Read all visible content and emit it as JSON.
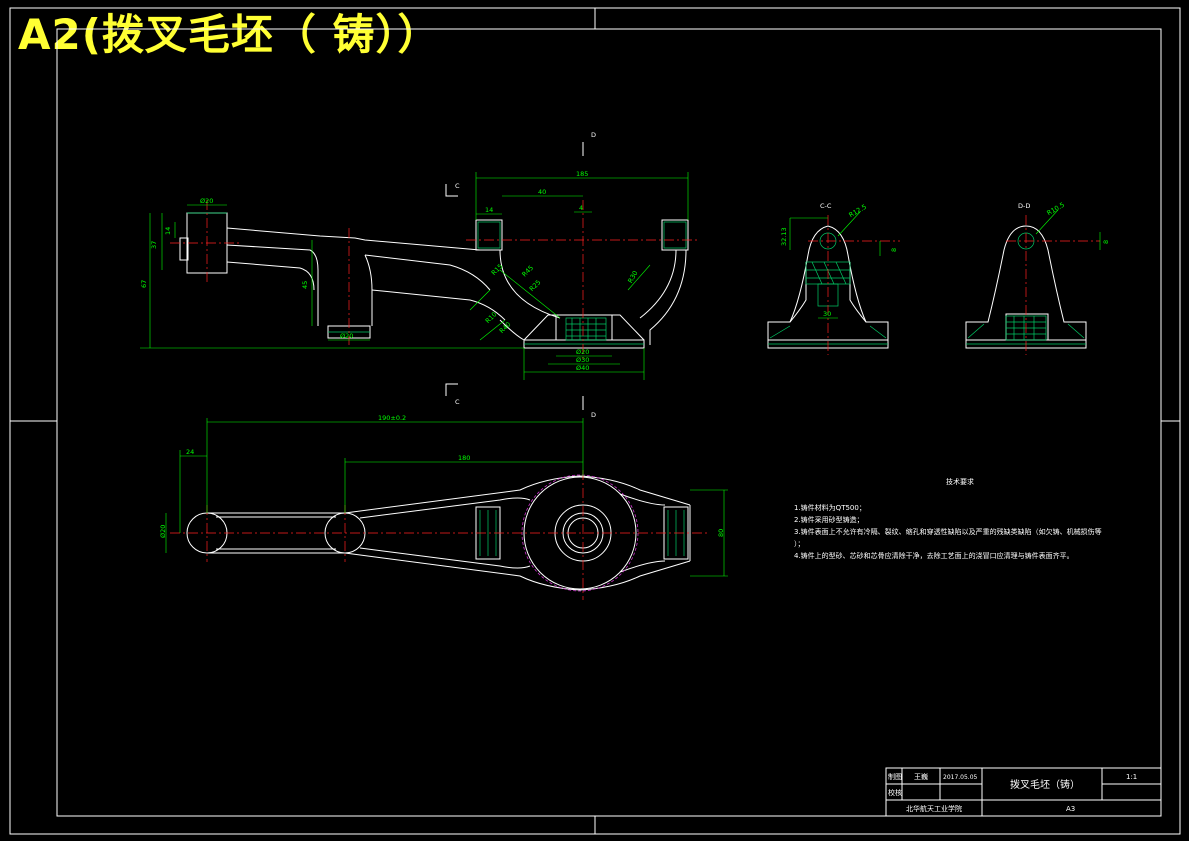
{
  "title": "A2(拨叉毛坯（ 铸））",
  "colors": {
    "background": "#000000",
    "outline": "#ffffff",
    "dimension": "#00ff00",
    "centerline": "#ff2020",
    "hatch": "#00cc66",
    "circle_accent": "#cc33cc",
    "title": "#ffff33"
  },
  "section_marks": {
    "c": "C",
    "d": "D",
    "cc": "C-C",
    "dd": "D-D"
  },
  "dims_front": {
    "d20_top": "Ø20",
    "d20_bottom": "Ø20",
    "h37": "37",
    "h14": "14",
    "h67": "67",
    "h45": "45",
    "w185": "185",
    "w40": "40",
    "w14": "14",
    "w4": "4",
    "r45": "R45",
    "r25": "R25",
    "r15": "R15",
    "r10": "R10",
    "r40": "R40",
    "r30": "R30",
    "d20b": "Ø20",
    "d30b": "Ø30",
    "d40b": "Ø40"
  },
  "dims_side": {
    "r125": "R12.5",
    "h32": "32.13",
    "w30": "30",
    "r105": "R10.5",
    "h8a": "8",
    "h8b": "8"
  },
  "dims_top": {
    "w190": "190±0.2",
    "w180": "180",
    "w24": "24",
    "d20": "Ø20",
    "h80": "80"
  },
  "notes": {
    "heading": "技术要求",
    "lines": [
      "1.铸件材料为QT500；",
      "2.铸件采用砂型铸造；",
      "3.铸件表面上不允许有冷隔、裂纹、缩孔和穿透性缺陷以及严重的残缺类缺陷（如欠铸、机械损伤等",
      "）；",
      "4.铸件上的型砂、芯砂和芯骨应清除干净，去除工艺面上的浇冒口应清理与铸件表面齐平。"
    ]
  },
  "title_block": {
    "drawn_label": "制图",
    "drawn_by": "王巍",
    "date": "2017.05.05",
    "check_label": "校核",
    "part_name": "拨叉毛坯（铸）",
    "scale": "1:1",
    "school": "北华航天工业学院",
    "sheet": "A3"
  }
}
